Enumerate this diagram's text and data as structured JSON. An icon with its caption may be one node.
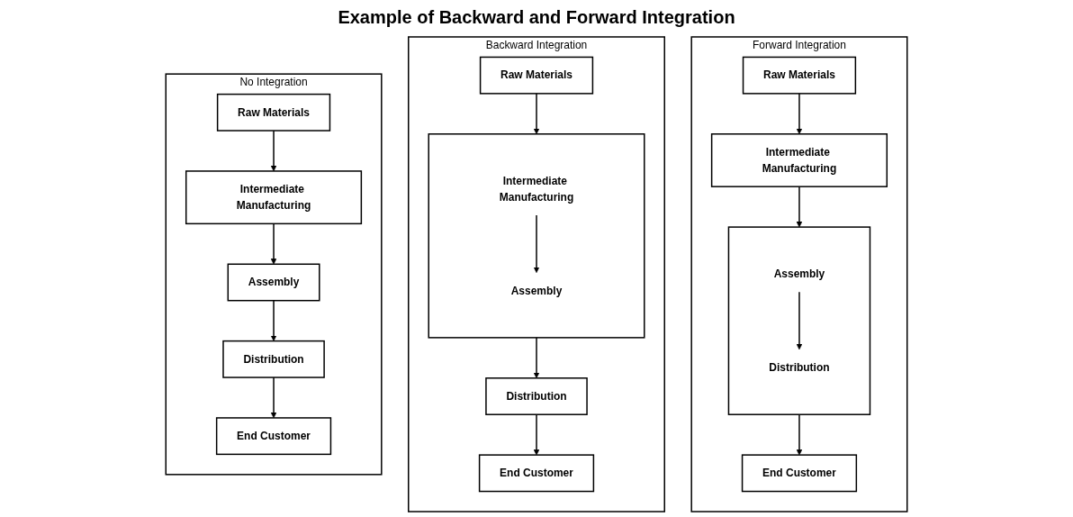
{
  "diagram": {
    "title": "Example of Backward and Forward Integration",
    "nodes": [
      {
        "text": [
          "No Integration"
        ]
      },
      {
        "text": [
          "Raw Materials"
        ],
        "in": 0
      },
      {
        "text": [
          "Intermediate Manufacturing"
        ],
        "in": 0
      },
      {
        "text": [
          "Assembly"
        ],
        "in": 0
      },
      {
        "text": [
          "Distribution"
        ],
        "in": 0
      },
      {
        "text": [
          "End Customer"
        ],
        "in": 0
      },
      {
        "text": [
          "Backward Integration"
        ]
      },
      {
        "text": [
          "Raw Materials"
        ],
        "in": 6
      },
      {
        "text": [],
        "shape": "box",
        "in": 6
      },
      {
        "text": [
          "Intermediate Manufacturing"
        ],
        "in": 8
      },
      {
        "text": [
          "Assembly"
        ],
        "in": 8
      },
      {
        "text": [
          "Distribution"
        ],
        "in": 6
      },
      {
        "text": [
          "End Customer"
        ],
        "in": 6
      },
      {
        "text": [
          "Forward Integration"
        ]
      },
      {
        "text": [
          "Raw Materials"
        ],
        "in": 13
      },
      {
        "text": [
          "Intermediate Manufacturing"
        ],
        "in": 13
      },
      {
        "text": [],
        "shape": "box",
        "in": 13
      },
      {
        "text": [
          "Assembly"
        ],
        "in": 16
      },
      {
        "text": [
          "Distribution"
        ],
        "in": 16
      },
      {
        "text": [
          "End Customer"
        ],
        "in": 13
      }
    ],
    "edges": [
      {
        "from": 1,
        "to": 2,
        "arrow": "to"
      },
      {
        "from": 2,
        "to": 3,
        "arrow": "to"
      },
      {
        "from": 3,
        "to": 4,
        "arrow": "to"
      },
      {
        "from": 4,
        "to": 5,
        "arrow": "to"
      },
      {
        "from": 7,
        "to": 8,
        "arrow": "to"
      },
      {
        "from": 9,
        "to": 10,
        "arrow": "to"
      },
      {
        "from": 8,
        "to": 11,
        "arrow": "to"
      },
      {
        "from": 11,
        "to": 12,
        "arrow": "to"
      },
      {
        "from": 14,
        "to": 15,
        "arrow": "to"
      },
      {
        "from": 15,
        "to": 16,
        "arrow": "to"
      },
      {
        "from": 17,
        "to": 18,
        "arrow": "to"
      },
      {
        "from": 16,
        "to": 19,
        "arrow": "to"
      }
    ]
  }
}
